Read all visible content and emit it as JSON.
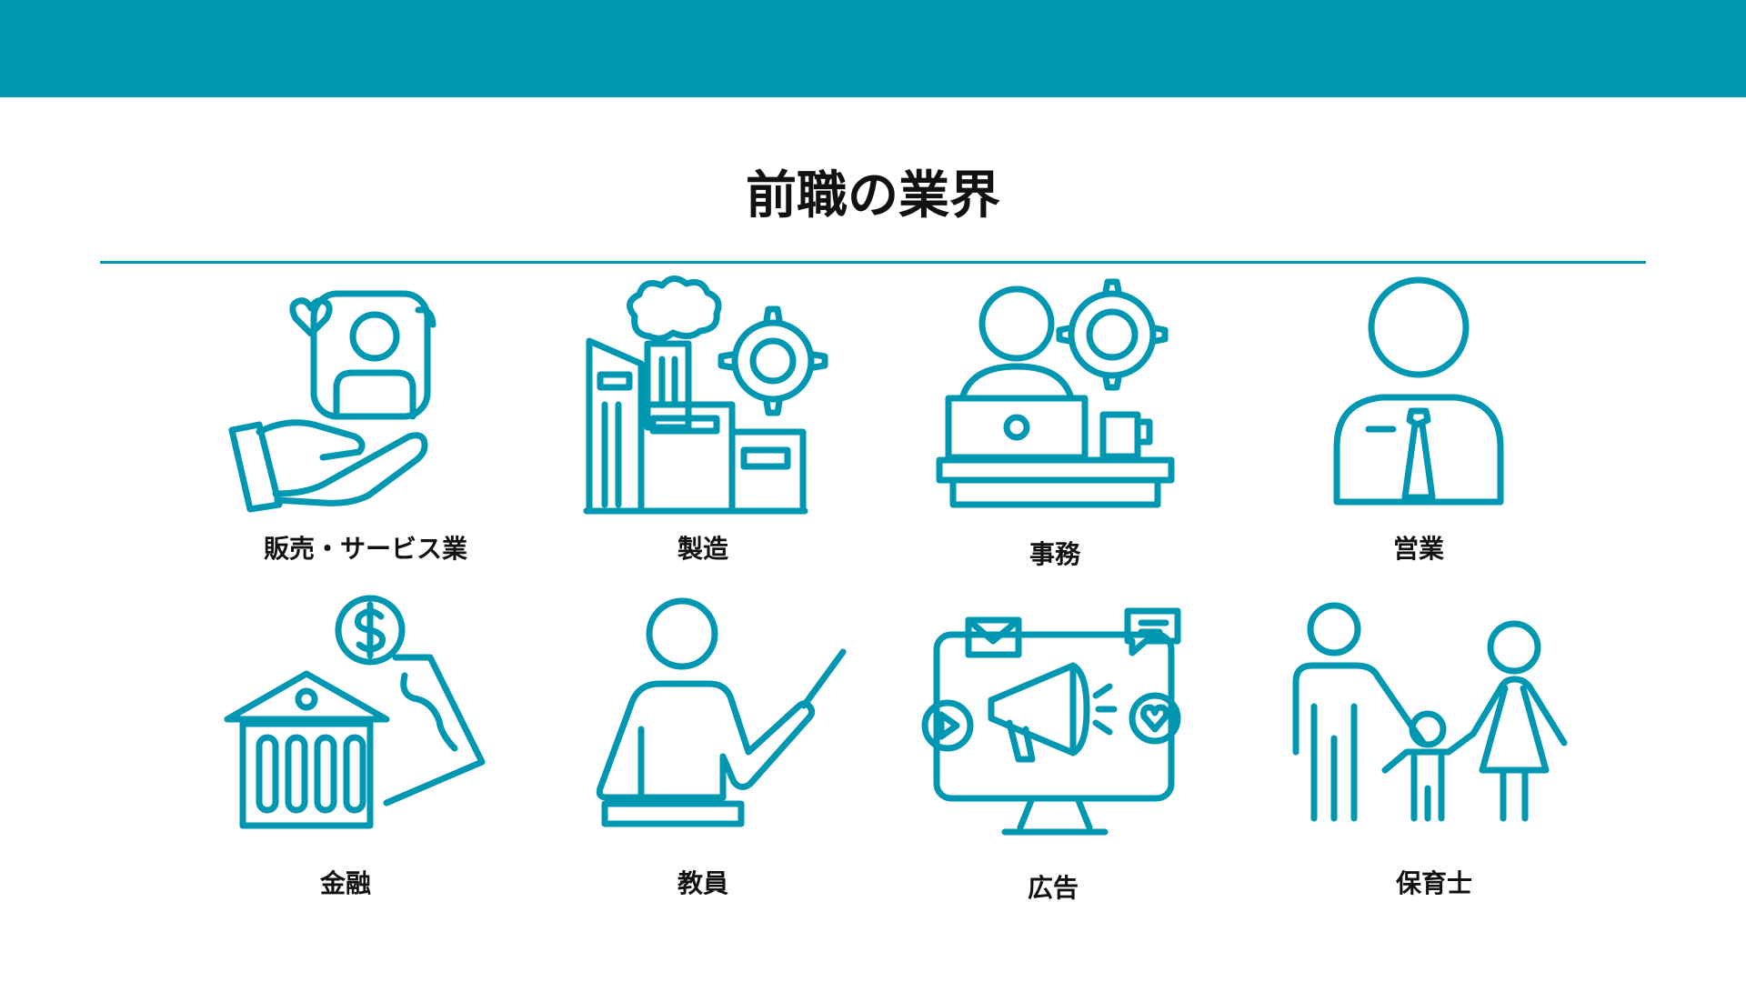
{
  "title": "前職の業界",
  "accent_color": "#0097b2",
  "categories": [
    {
      "label": "販売・サービス業",
      "icon": "hand-holding-person-icon"
    },
    {
      "label": "製造",
      "icon": "factory-gear-icon"
    },
    {
      "label": "事務",
      "icon": "office-worker-laptop-icon"
    },
    {
      "label": "営業",
      "icon": "businessman-tie-icon"
    },
    {
      "label": "金融",
      "icon": "bank-money-icon"
    },
    {
      "label": "教員",
      "icon": "teacher-pointer-icon"
    },
    {
      "label": "広告",
      "icon": "advertising-monitor-icon"
    },
    {
      "label": "保育士",
      "icon": "family-childcare-icon"
    }
  ]
}
